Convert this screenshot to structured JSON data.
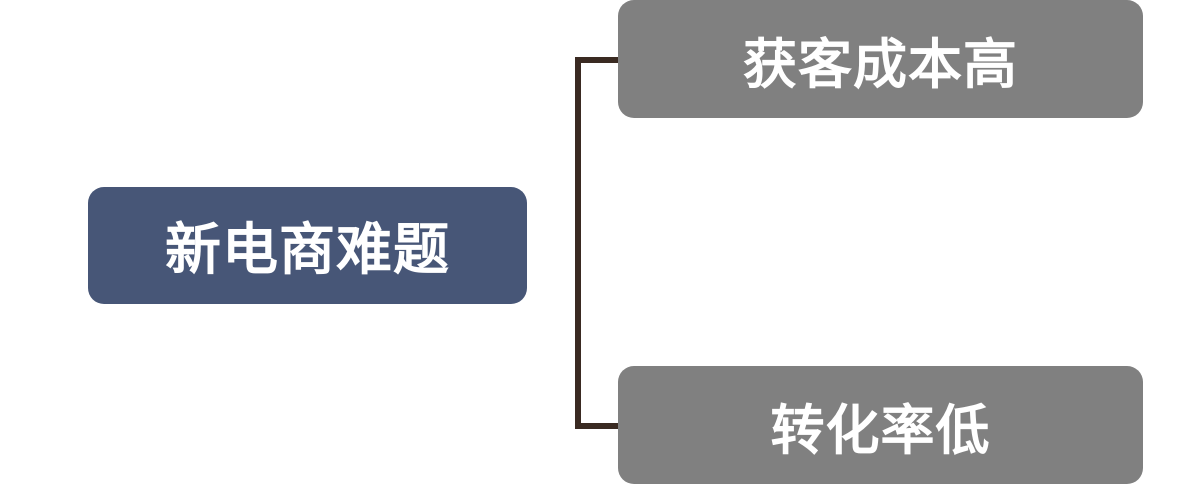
{
  "diagram": {
    "type": "tree",
    "root": {
      "label": "新电商难题",
      "color": "#475677"
    },
    "children": [
      {
        "label": "获客成本高",
        "color": "#808080"
      },
      {
        "label": "转化率低",
        "color": "#808080"
      }
    ],
    "connector_color": "#3a2a22"
  }
}
